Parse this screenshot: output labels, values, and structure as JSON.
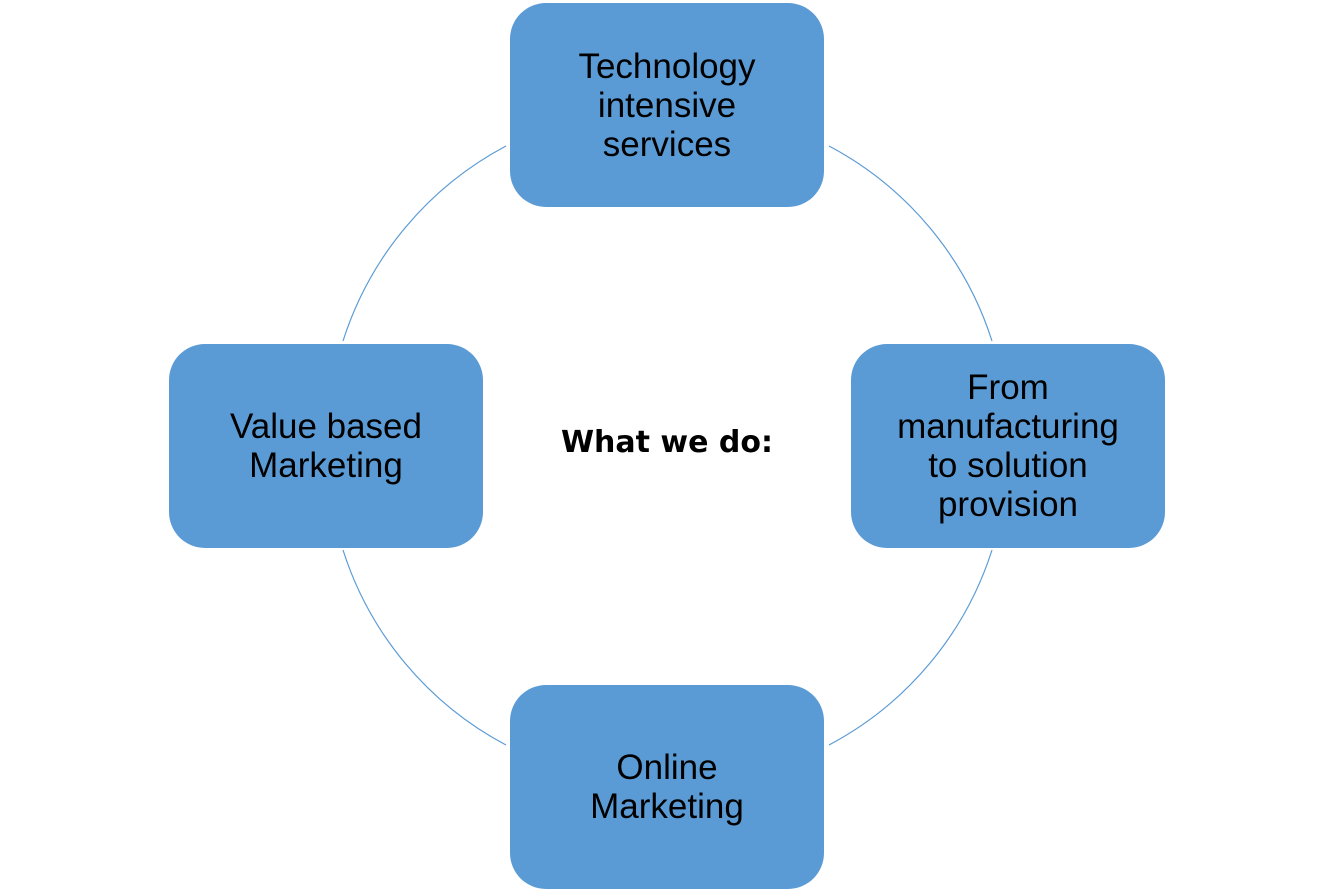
{
  "diagram": {
    "type": "cycle",
    "center_label": "What we do:",
    "node_color": "#5b9bd5",
    "connector_color": "#5b9bd5",
    "nodes": [
      {
        "position": "top",
        "label": "Technology\nintensive\nservices"
      },
      {
        "position": "right",
        "label": "From\nmanufacturing\nto solution\nprovision"
      },
      {
        "position": "bottom",
        "label": "Online\nMarketing"
      },
      {
        "position": "left",
        "label": "Value based\nMarketing"
      }
    ]
  }
}
